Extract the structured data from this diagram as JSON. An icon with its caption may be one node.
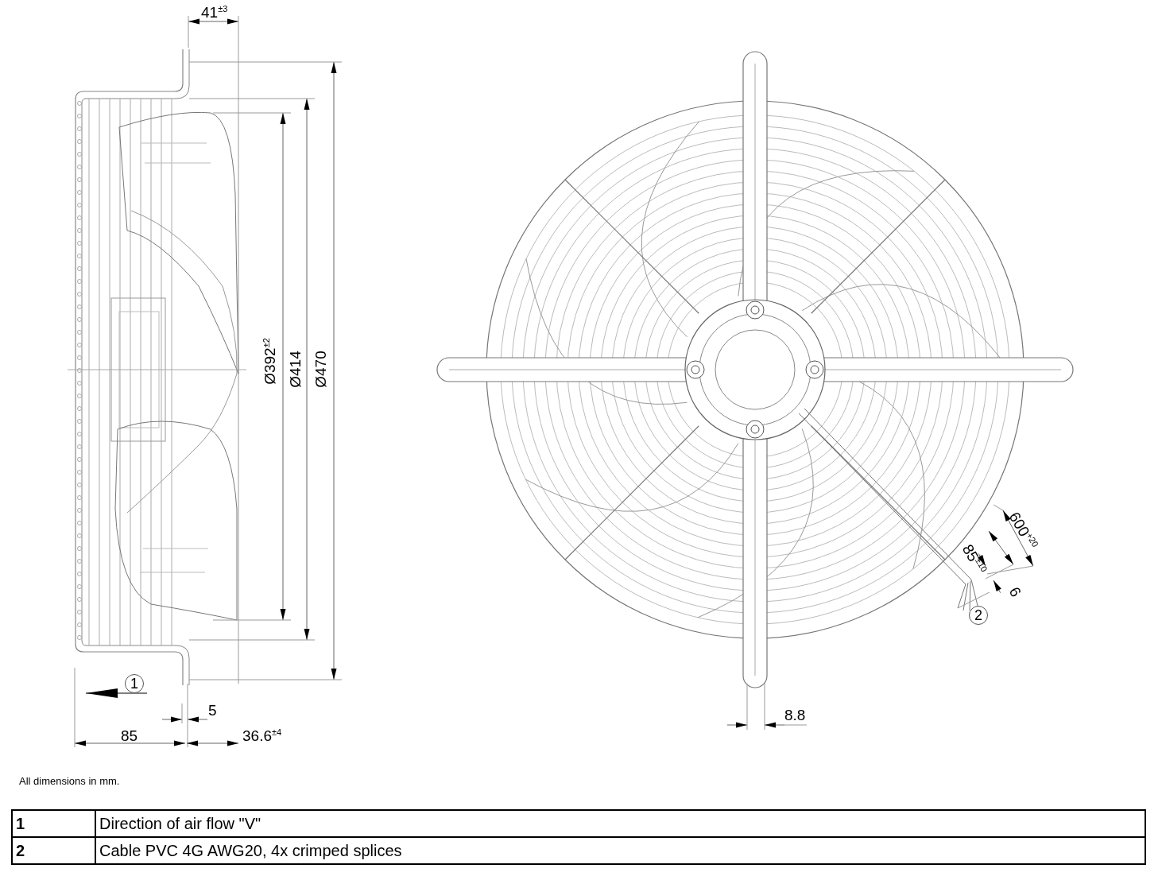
{
  "diagram": {
    "labels": [
      "41$^{±3}$",
      "Ø392$^{±2}$",
      "Ø414",
      "Ø470",
      "1",
      "5",
      "85",
      "36.6$^{±4}$",
      "600$^{+20}$",
      "85$^{±10}$",
      "6",
      "2",
      "8.8",
      "All dimensions in mm.",
      "1",
      "Direction of air flow \"V\"",
      "2",
      "Cable PVC 4G AWG20, 4x crimped splices"
    ]
  }
}
